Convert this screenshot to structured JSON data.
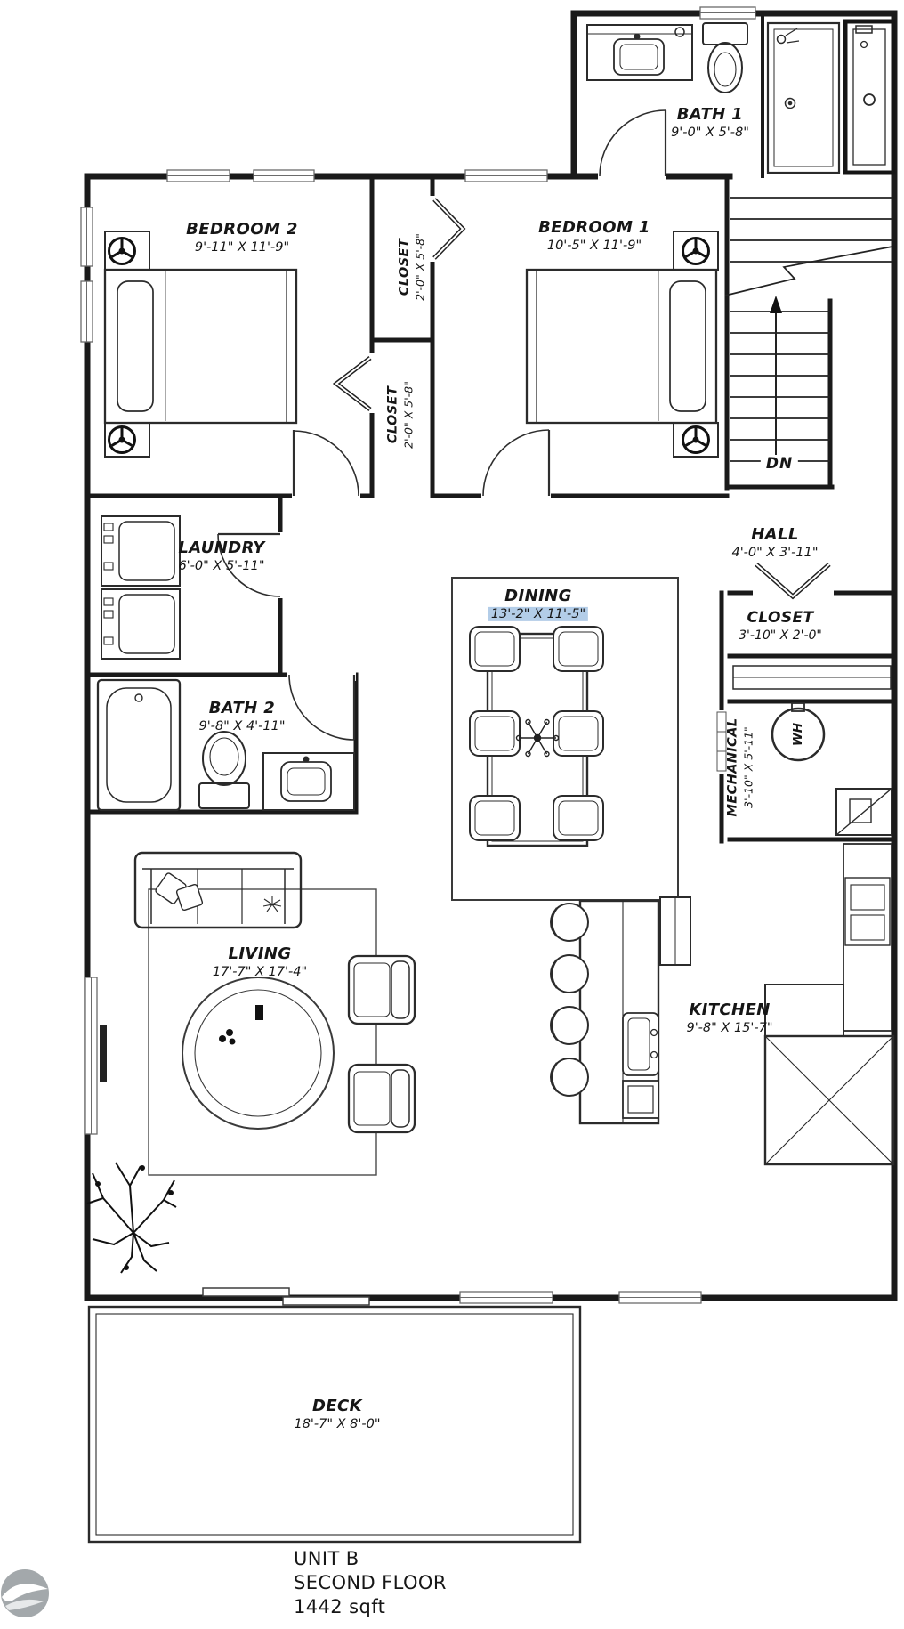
{
  "plan": {
    "unit": "UNIT B",
    "floor": "SECOND FLOOR",
    "area": "1442 sqft"
  },
  "rooms": {
    "bath1": {
      "name": "BATH 1",
      "dims": "9'-0\" X 5'-8\""
    },
    "bedroom2": {
      "name": "BEDROOM 2",
      "dims": "9'-11\" X 11'-9\""
    },
    "bedroom1": {
      "name": "BEDROOM 1",
      "dims": "10'-5\" X 11'-9\""
    },
    "closet_bedroom1": {
      "name": "CLOSET",
      "dims": "2'-0\" X 5'-8\""
    },
    "closet_bedroom2": {
      "name": "CLOSET",
      "dims": "2'-0\" X 5'-8\""
    },
    "laundry": {
      "name": "LAUNDRY",
      "dims": "6'-0\" X 5'-11\""
    },
    "hall": {
      "name": "HALL",
      "dims": "4'-0\" X 3'-11\""
    },
    "closet_hall": {
      "name": "CLOSET",
      "dims": "3'-10\" X 2'-0\""
    },
    "dining": {
      "name": "DINING",
      "dims": "13'-2\" X 11'-5\"",
      "dims_highlighted": true
    },
    "bath2": {
      "name": "BATH 2",
      "dims": "9'-8\" X 4'-11\""
    },
    "mechanical": {
      "name": "MECHANICAL",
      "dims": "3'-10\" X 5'-11\""
    },
    "living": {
      "name": "LIVING",
      "dims": "17'-7\" X 17'-4\""
    },
    "kitchen": {
      "name": "KITCHEN",
      "dims": "9'-8\" X 15'-7\""
    },
    "deck": {
      "name": "DECK",
      "dims": "18'-7\" X 8'-0\""
    }
  },
  "stairs": {
    "down_label": "DN"
  },
  "equipment": {
    "water_heater": "WH"
  },
  "colors": {
    "selection_highlight": "#b3cde8",
    "wall": "#1a1a1a"
  }
}
